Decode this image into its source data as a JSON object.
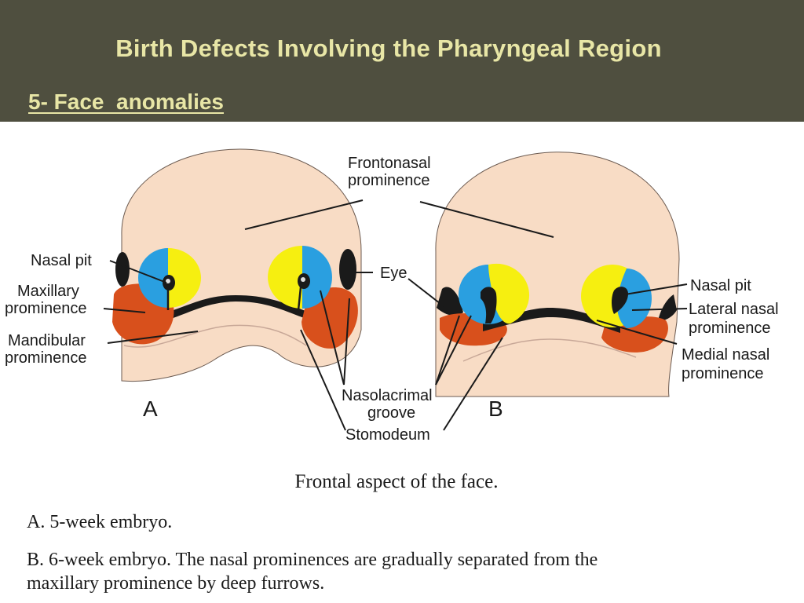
{
  "slide": {
    "title": "Birth Defects Involving the Pharyngeal Region",
    "subtitle": "5- Face  anomalies"
  },
  "figure": {
    "labels": {
      "frontonasal_line1": "Frontonasal",
      "frontonasal_line2": "prominence",
      "nasal_pit_a": "Nasal pit",
      "maxillary_line1": "Maxillary",
      "maxillary_line2": "prominence",
      "mandibular_line1": "Mandibular",
      "mandibular_line2": "prominence",
      "eye": "Eye",
      "nasolacrimal_line1": "Nasolacrimal",
      "nasolacrimal_line2": "groove",
      "stomodeum": "Stomodeum",
      "nasal_pit_b": "Nasal pit",
      "lateral_nasal_line1": "Lateral nasal",
      "lateral_nasal_line2": "prominence",
      "medial_nasal_line1": "Medial nasal",
      "medial_nasal_line2": "prominence",
      "panel_a": "A",
      "panel_b": "B"
    },
    "colors": {
      "skin": "#f8dcc5",
      "lateral_nasal": "#2a9fe0",
      "medial_nasal": "#f6ef10",
      "maxillary": "#d8501c",
      "dark": "#1a1a1a"
    }
  },
  "caption": {
    "title": "Frontal aspect of the face.",
    "a": "A. 5-week embryo.",
    "b_line1": "B. 6-week embryo. The nasal prominences are gradually separated from the",
    "b_line2": "maxillary prominence by deep furrows."
  }
}
